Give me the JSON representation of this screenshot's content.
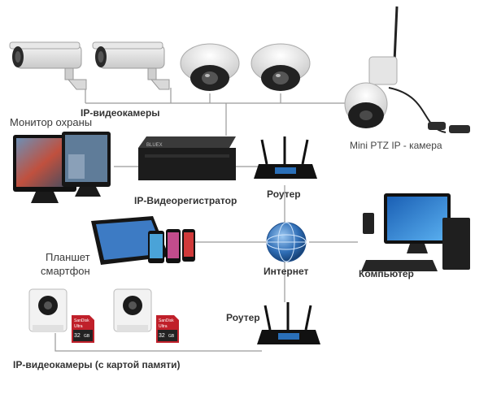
{
  "labels": {
    "ip_cameras": "IP-видеокамеры",
    "monitor": "Монитор охраны",
    "ptz_camera": "Mini PTZ IP - камера",
    "nvr": "IP-Видеорегистратор",
    "router_top": "Роутер",
    "tablet_line1": "Планшет",
    "tablet_line2": "смартфон",
    "internet": "Интернет",
    "computer": "Компьютер",
    "router_bottom": "Роутер",
    "ip_cameras_sd": "IP-видеокамеры (с картой памяти)"
  },
  "sd_card": {
    "brand": "SanDisk",
    "line": "Ultra",
    "capacity": "32",
    "unit": "GB"
  },
  "nvr_brand": "BLUEX",
  "colors": {
    "line": "#9a9a9a",
    "device_dark": "#1c1c1c",
    "device_light": "#e9e9e9",
    "globe": "#2f6db5",
    "sd_red": "#c0202a"
  }
}
